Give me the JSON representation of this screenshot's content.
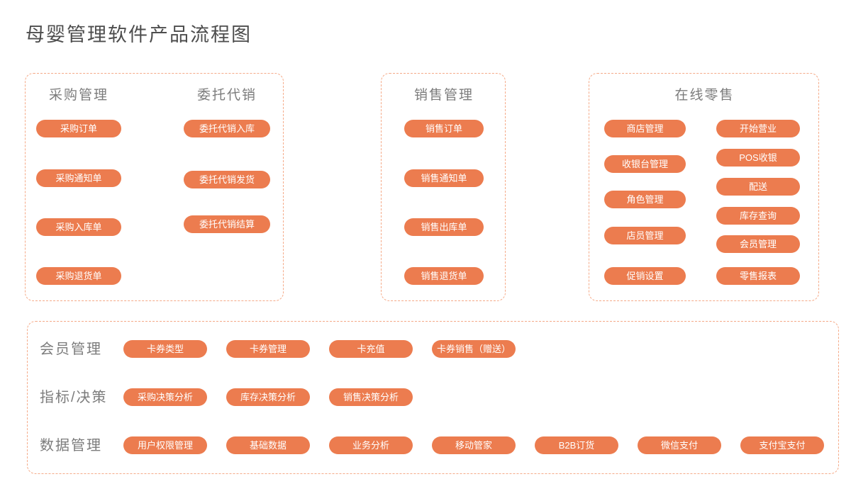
{
  "title": "母婴管理软件产品流程图",
  "colors": {
    "accent": "#EC7C4F",
    "panel_border": "#F5AA88",
    "heading_text": "#7C7C7C",
    "title_text": "#4D4D4D",
    "pill_text": "#FFFFFF",
    "background": "#FFFFFF"
  },
  "panels": {
    "purchase_consignment": {
      "columns": [
        {
          "header": "采购管理",
          "items": [
            "采购订单",
            "采购通知单",
            "采购入库单",
            "采购退货单"
          ]
        },
        {
          "header": "委托代销",
          "items": [
            "委托代销入库",
            "委托代销发货",
            "委托代销结算"
          ]
        }
      ]
    },
    "sales": {
      "header": "销售管理",
      "items": [
        "销售订单",
        "销售通知单",
        "销售出库单",
        "销售退货单"
      ]
    },
    "online_retail": {
      "header": "在线零售",
      "columns": [
        {
          "items": [
            "商店管理",
            "收银台管理",
            "角色管理",
            "店员管理",
            "促销设置"
          ]
        },
        {
          "items": [
            "开始营业",
            "POS收银",
            "配送",
            "库存查询",
            "会员管理",
            "零售报表"
          ]
        }
      ]
    },
    "bottom": {
      "rows": [
        {
          "label": "会员管理",
          "items": [
            "卡券类型",
            "卡券管理",
            "卡充值",
            "卡券销售（赠送）"
          ]
        },
        {
          "label": "指标/决策",
          "items": [
            "采购决策分析",
            "库存决策分析",
            "销售决策分析"
          ]
        },
        {
          "label": "数据管理",
          "items": [
            "用户权限管理",
            "基础数据",
            "业务分析",
            "移动管家",
            "B2B订货",
            "微信支付",
            "支付宝支付"
          ]
        }
      ]
    }
  }
}
